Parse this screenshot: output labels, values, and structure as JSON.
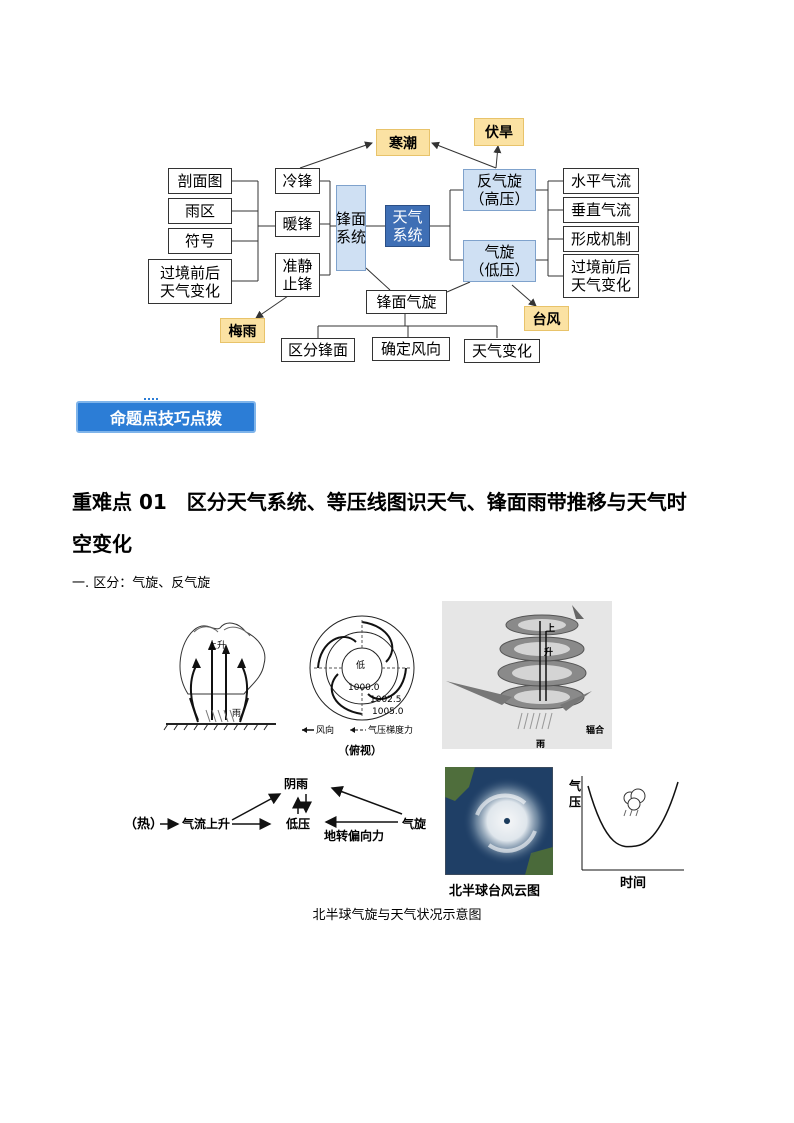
{
  "mindmap": {
    "top_tags": {
      "cold_wave": "寒潮",
      "drought": "伏旱"
    },
    "left_items": [
      "剖面图",
      "雨区",
      "符号",
      "过境前后\n天气变化"
    ],
    "fronts": [
      "冷锋",
      "暖锋",
      "准静\n止锋"
    ],
    "front_system": "锋面\n系统",
    "weather_system": "天气\n系统",
    "anticyclone": "反气旋\n（高压）",
    "cyclone": "气旋\n（低压）",
    "right_items": [
      "水平气流",
      "垂直气流",
      "形成机制",
      "过境前后\n天气变化"
    ],
    "frontal_cyclone": "锋面气旋",
    "bottom_items": [
      "区分锋面",
      "确定风向",
      "天气变化"
    ],
    "meiyu": "梅雨",
    "typhoon": "台风"
  },
  "badge_label": "命题点技巧点拨",
  "heading_line1": "重难点 01　区分天气系统、等压线图识天气、锋面雨带推移与天气时",
  "heading_line2": "空变化",
  "subheading": "一. 区分：气旋、反气旋",
  "figure": {
    "panel1": {
      "up_label": "上升",
      "rain_label": "雨"
    },
    "panel2": {
      "low": "低",
      "p1": "1000.0",
      "p2": "1002.5",
      "p3": "1005.0",
      "legend_wind": "风向",
      "legend_force": "气压梯度力",
      "caption": "（俯视）"
    },
    "panel3": {
      "up1": "上",
      "up2": "升",
      "rain": "雨",
      "converge": "辐合"
    },
    "flow": {
      "heat": "（热）",
      "rise": "气流上升",
      "cloudy": "阴雨",
      "low": "低压",
      "deflect": "地转偏向力",
      "cyclone": "气旋"
    },
    "satellite_caption": "北半球台风云图",
    "graph": {
      "ylabel": "气\n压",
      "xlabel": "时间"
    }
  },
  "caption": "北半球气旋与天气状况示意图"
}
